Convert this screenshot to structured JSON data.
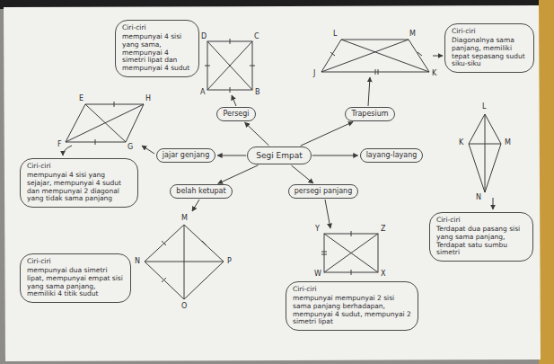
{
  "diagram": {
    "nodes": [
      {
        "text": [
          "Segi Empat"
        ]
      },
      {
        "text": [
          "Persegi"
        ]
      },
      {
        "text": [
          "Trapesium"
        ]
      },
      {
        "text": [
          "jajar genjang"
        ]
      },
      {
        "text": [
          "layang-layang"
        ]
      },
      {
        "text": [
          "belah ketupat"
        ]
      },
      {
        "text": [
          "persegi panjang"
        ]
      },
      {
        "text": [
          "Ciri-ciri",
          "mempunyai 4 sisi yang sama, mempunyai 4 simetri lipat dan mempunyai 4 sudut"
        ]
      },
      {
        "text": [
          "Ciri-ciri",
          "Diagonalnya sama panjang, memiliki tepat sepasang sudut siku-siku"
        ]
      },
      {
        "text": [
          "Ciri-ciri",
          "mempunyai 4 sisi yang sejajar, mempunyai 4 sudut dan mempunyai 2 diagonal yang tidak sama panjang"
        ]
      },
      {
        "text": [
          "Ciri-ciri",
          "Terdapat dua pasang sisi yang sama panjang, Terdapat satu sumbu simetri"
        ]
      },
      {
        "text": [
          "Ciri-ciri",
          "mempunyai dua simetri lipat, mempunyai empat sisi yang sama panjang, memiliki 4 titik sudut"
        ]
      },
      {
        "text": [
          "Ciri-ciri",
          "mempunyai mempunyai 2 sisi sama panjang berhadapan, mempunyai 4 sudut, mempunyai 2 simetri lipat"
        ]
      }
    ],
    "edges": [
      {
        "from": 0,
        "to": 1,
        "arrow": "to"
      },
      {
        "from": 0,
        "to": 2,
        "arrow": "to"
      },
      {
        "from": 0,
        "to": 3,
        "arrow": "to"
      },
      {
        "from": 0,
        "to": 4,
        "arrow": "to"
      },
      {
        "from": 0,
        "to": 5,
        "arrow": "to"
      },
      {
        "from": 0,
        "to": 6,
        "arrow": "to"
      }
    ],
    "labels": [
      "D",
      "C",
      "A",
      "B",
      "L",
      "M",
      "J",
      "K",
      "E",
      "H",
      "F",
      "G",
      "L",
      "K",
      "M",
      "N",
      "M",
      "N",
      "P",
      "O",
      "Y",
      "Z",
      "W",
      "X"
    ]
  }
}
